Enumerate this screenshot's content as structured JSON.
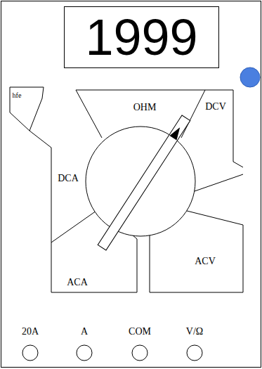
{
  "diagram": {
    "nodes": [
      {
        "text": [
          "1999"
        ]
      }
    ],
    "labels": [
      "hfe",
      "OHM",
      "DCV",
      "DCA",
      "ACV",
      "ACA",
      "20A",
      "A",
      "COM",
      "V/Ω"
    ]
  }
}
